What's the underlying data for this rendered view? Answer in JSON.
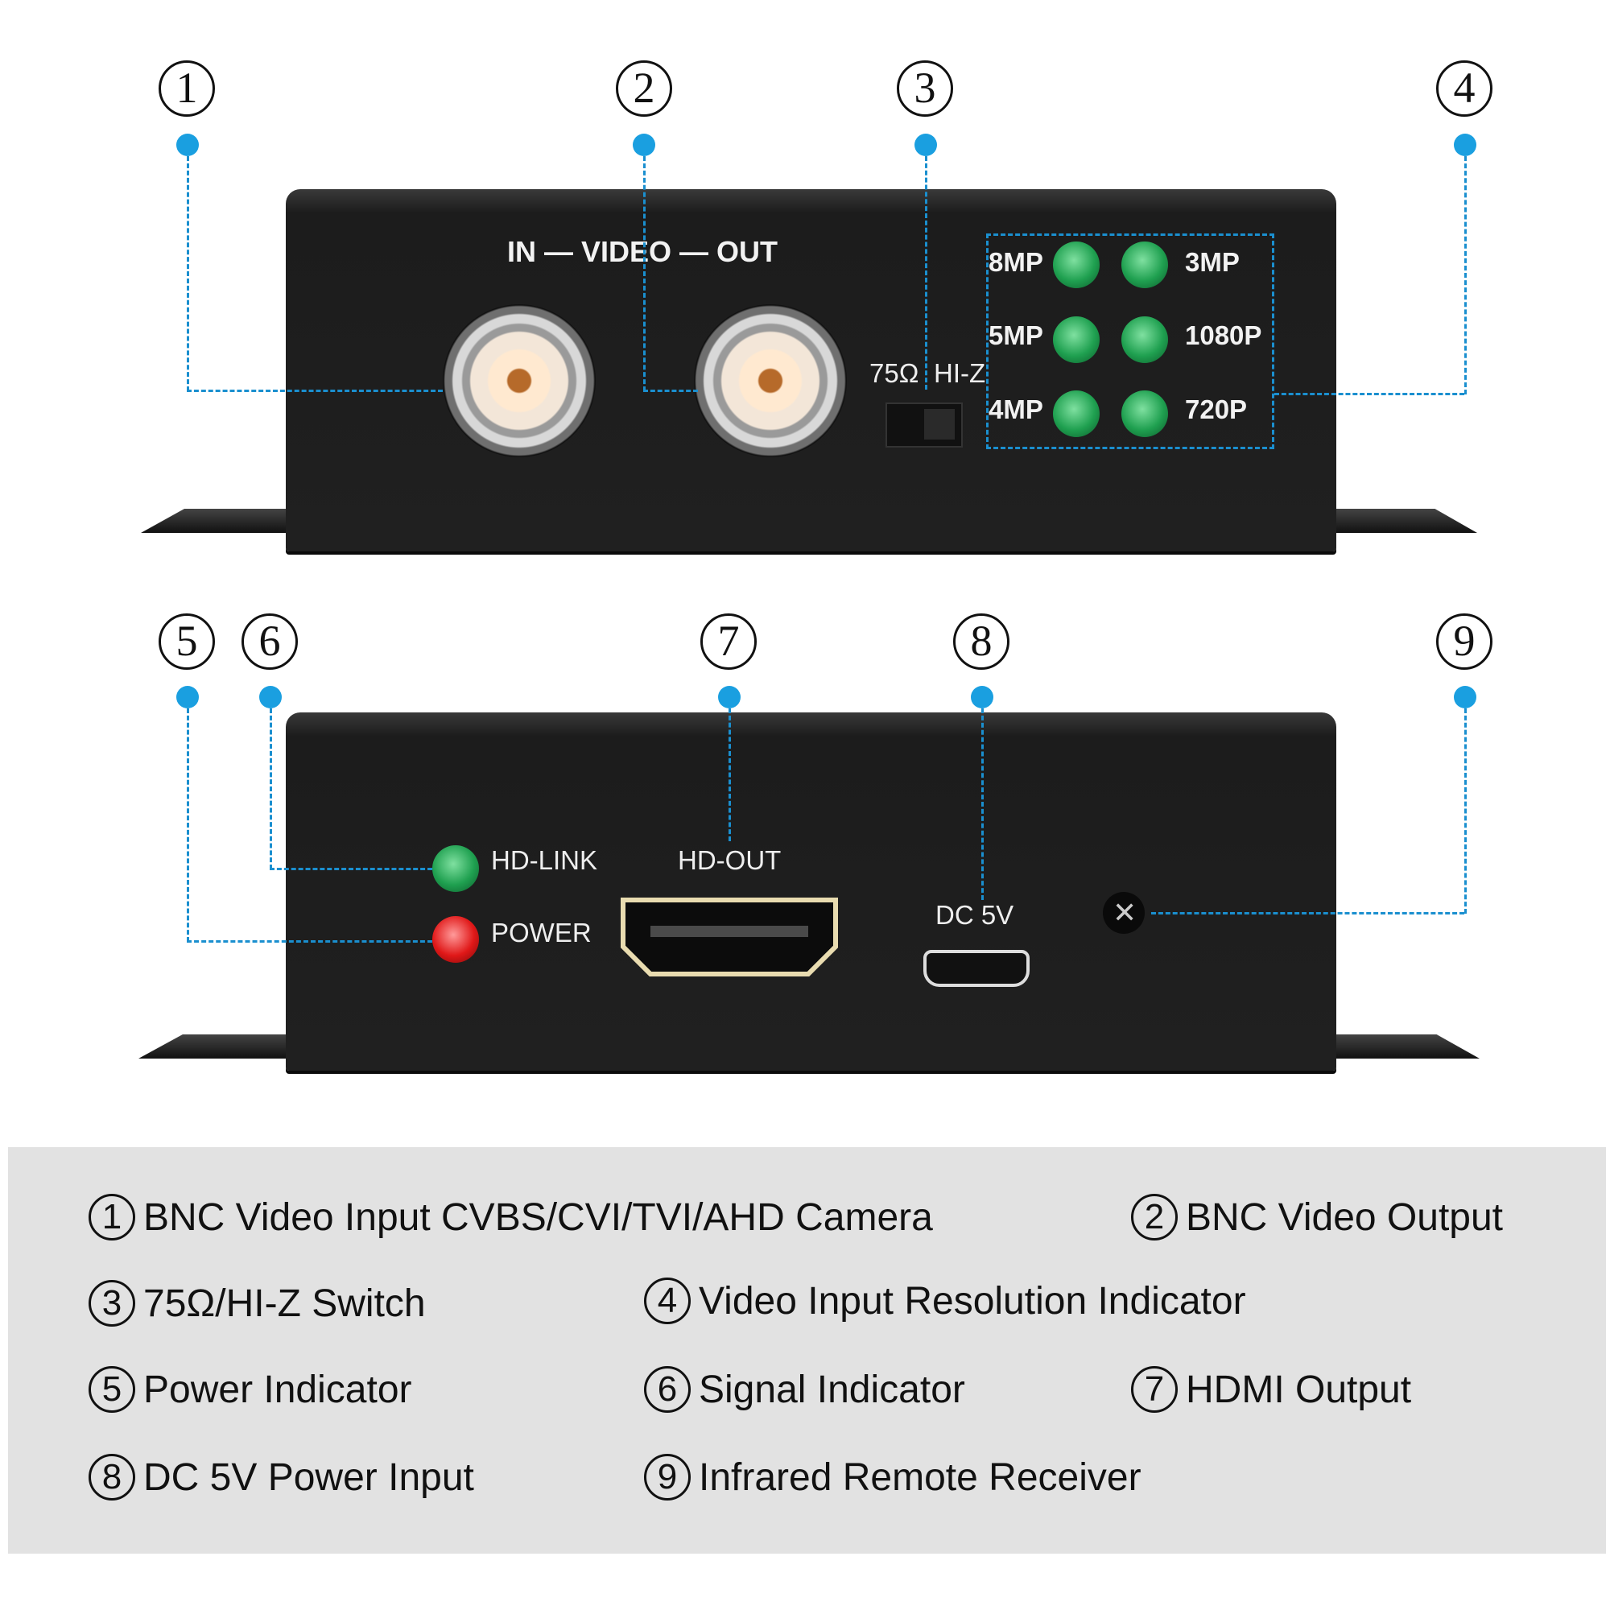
{
  "title": "HD video converter port diagram",
  "accent_color": "#1a9fe0",
  "callouts": [
    "1",
    "2",
    "3",
    "4",
    "5",
    "6",
    "7",
    "8",
    "9"
  ],
  "front_panel": {
    "video_label": "IN — VIDEO — OUT",
    "switch_labels": {
      "left": "75Ω",
      "right": "HI-Z"
    },
    "resolution_leds": [
      {
        "label": "8MP",
        "color": "#1fa050"
      },
      {
        "label": "3MP",
        "color": "#1fa050"
      },
      {
        "label": "5MP",
        "color": "#1fa050"
      },
      {
        "label": "1080P",
        "color": "#1fa050"
      },
      {
        "label": "4MP",
        "color": "#1fa050"
      },
      {
        "label": "720P",
        "color": "#1fa050"
      }
    ]
  },
  "rear_panel": {
    "hd_link": "HD-LINK",
    "power": "POWER",
    "hd_out": "HD-OUT",
    "dc": "DC 5V"
  },
  "legend": [
    {
      "num": "1",
      "text": "BNC Video Input CVBS/CVI/TVI/AHD Camera"
    },
    {
      "num": "2",
      "text": "BNC Video Output"
    },
    {
      "num": "3",
      "text": "75Ω/HI-Z Switch"
    },
    {
      "num": "4",
      "text": "Video Input Resolution Indicator"
    },
    {
      "num": "5",
      "text": "Power Indicator"
    },
    {
      "num": "6",
      "text": "Signal Indicator"
    },
    {
      "num": "7",
      "text": "HDMI Output"
    },
    {
      "num": "8",
      "text": "DC 5V Power Input"
    },
    {
      "num": "9",
      "text": "Infrared Remote Receiver"
    }
  ]
}
